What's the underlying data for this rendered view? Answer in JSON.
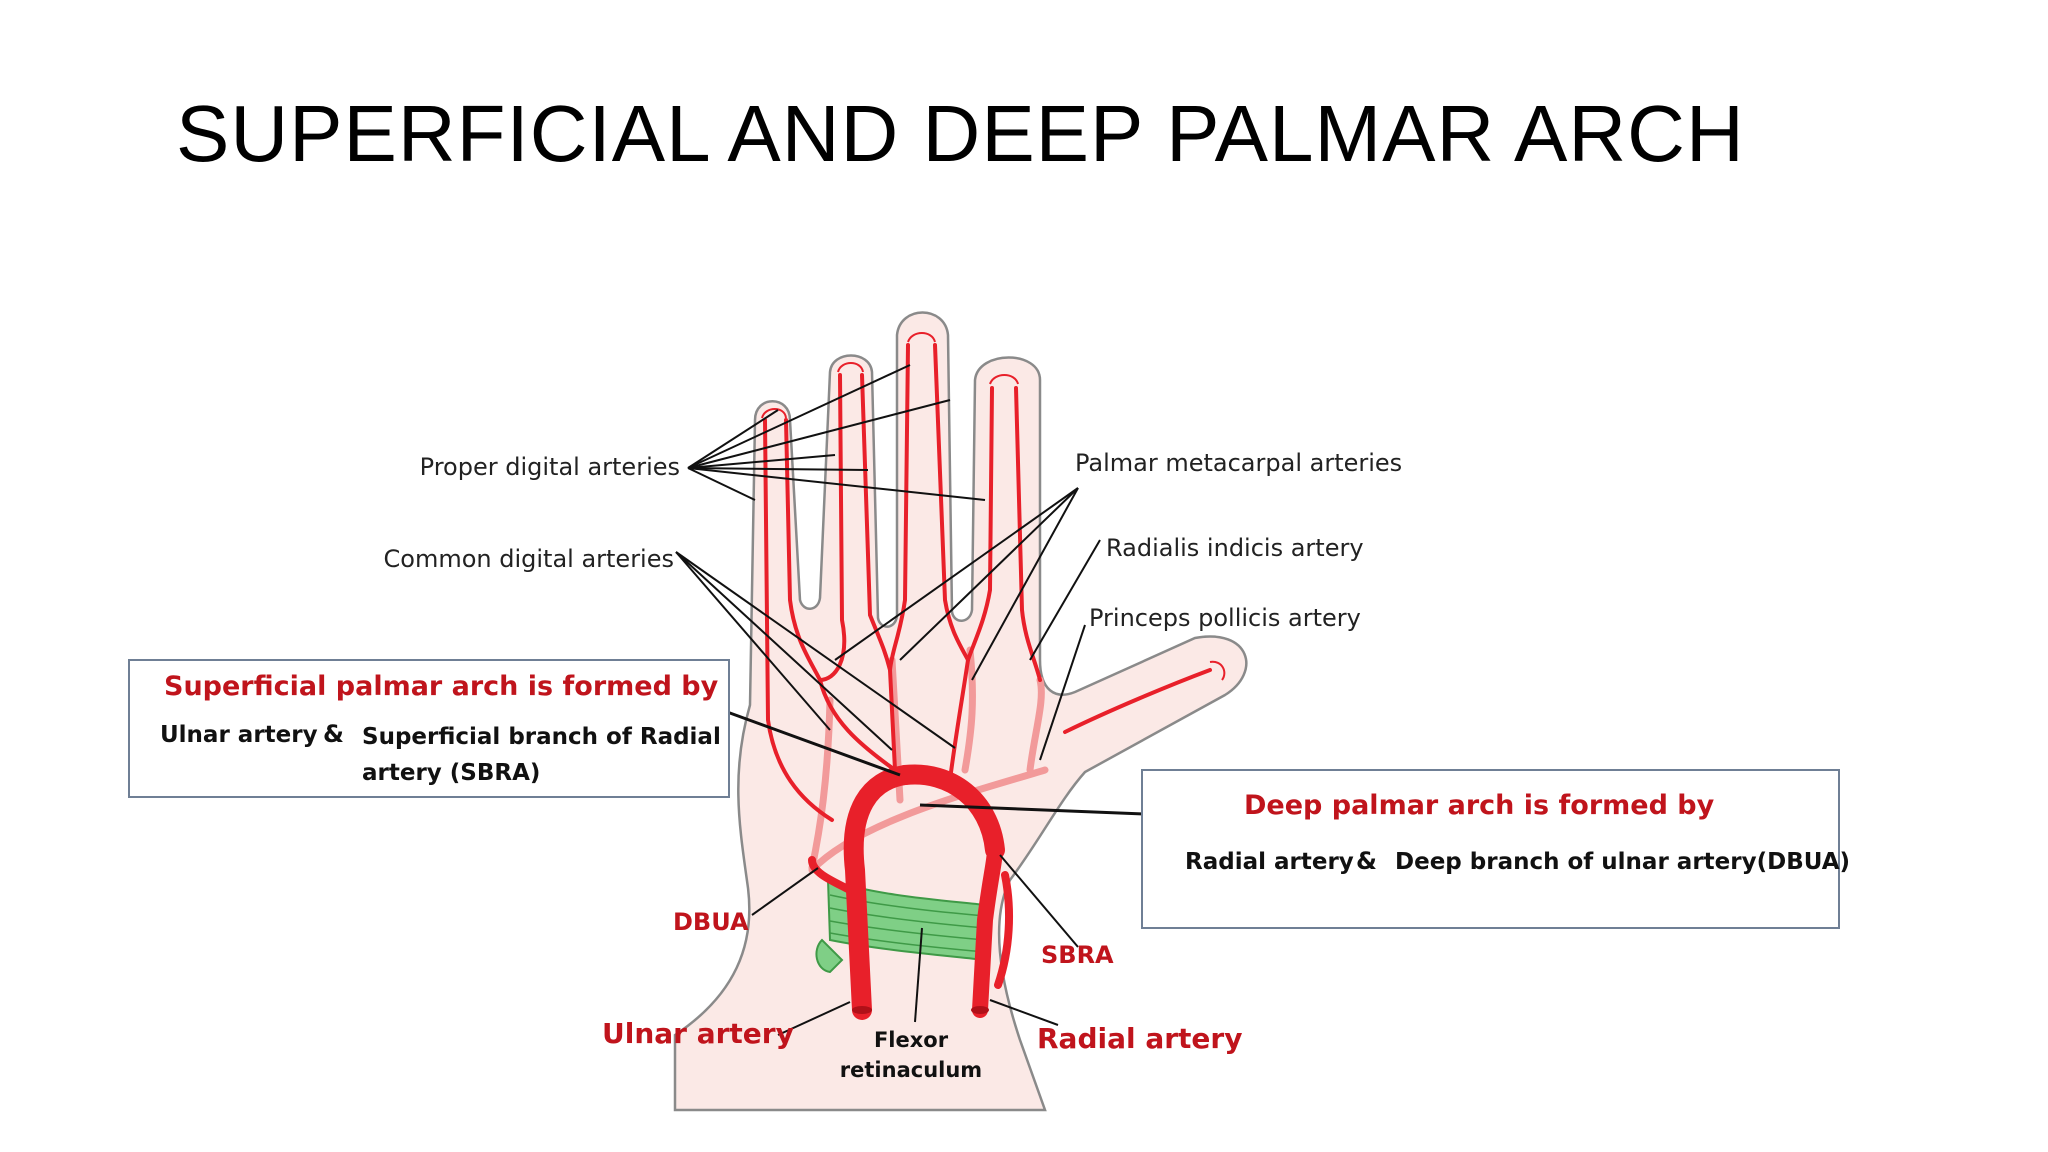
{
  "slide": {
    "title": "SUPERFICIAL AND DEEP PALMAR ARCH"
  },
  "labels": {
    "proper_digital": "Proper digital arteries",
    "common_digital": "Common digital arteries",
    "palmar_metacarpal": "Palmar metacarpal arteries",
    "radialis_indicis": "Radialis indicis artery",
    "princeps_pollicis": "Princeps pollicis artery",
    "dbua": "DBUA",
    "sbra": "SBRA",
    "ulnar_artery": "Ulnar artery",
    "radial_artery": "Radial artery",
    "flexor_line1": "Flexor",
    "flexor_line2": "retinaculum"
  },
  "superficial_box": {
    "heading": "Superficial palmar arch is formed by",
    "item1": "Ulnar artery",
    "amp": "&",
    "item2_line1": "Superficial branch of Radial",
    "item2_line2": "artery (SBRA)"
  },
  "deep_box": {
    "heading": "Deep palmar arch is formed by",
    "item1": "Radial artery",
    "amp": "&",
    "item2": "Deep branch of ulnar artery(DBUA)"
  },
  "colors": {
    "artery": "#e8202a",
    "artery_light": "#f29a9a",
    "skin": "#fbe9e6",
    "skin_outline": "#8a8a8a",
    "retinaculum": "#7fcf86",
    "label_red": "#c0141c",
    "box_border": "#6f7f95"
  }
}
